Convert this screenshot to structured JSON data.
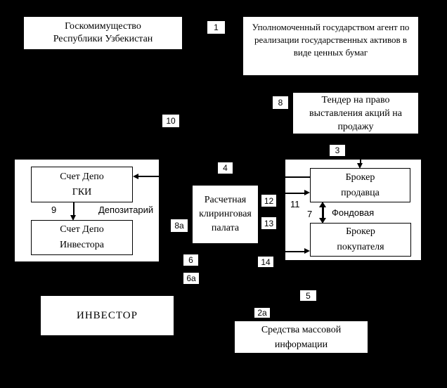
{
  "colors": {
    "background": "#000000",
    "box_fill": "#ffffff",
    "line": "#000000",
    "text": "#000000"
  },
  "nodes": {
    "gki": {
      "lines": [
        "Госкомимущество",
        "Республики Узбекистан"
      ]
    },
    "agent": {
      "lines": [
        "Уполномоченный государством агент по",
        "реализации государственных активов в",
        "виде ценных бумаг"
      ]
    },
    "tender": {
      "lines": [
        "Тендер на право",
        "выставления акций на",
        "продажу"
      ]
    },
    "gki_account": {
      "lines": [
        "Счет Депо",
        "ГКИ"
      ]
    },
    "investor_account": {
      "lines": [
        "Счет Депо",
        "Инвестора"
      ]
    },
    "clearing": {
      "lines": [
        "Расчетная",
        "клиринговая",
        "палата"
      ]
    },
    "seller_broker": {
      "lines": [
        "Брокер",
        "продавца"
      ]
    },
    "buyer_broker": {
      "lines": [
        "Брокер",
        "покупателя"
      ]
    },
    "investor": {
      "lines": [
        "ИНВЕСТОР"
      ]
    },
    "media": {
      "lines": [
        "Средства массовой",
        "информации"
      ]
    }
  },
  "labels": {
    "depositary": "Депозитарий",
    "exchange": "Фондовая",
    "num9": "9",
    "num11": "11",
    "num7": "7"
  },
  "tags": {
    "t1": "1",
    "t8": "8",
    "t10": "10",
    "t3": "3",
    "t4": "4",
    "t12": "12",
    "t13": "13",
    "t8a": "8а",
    "t6": "6",
    "t6a": "6а",
    "t14": "14",
    "t5": "5",
    "t2a": "2а"
  }
}
